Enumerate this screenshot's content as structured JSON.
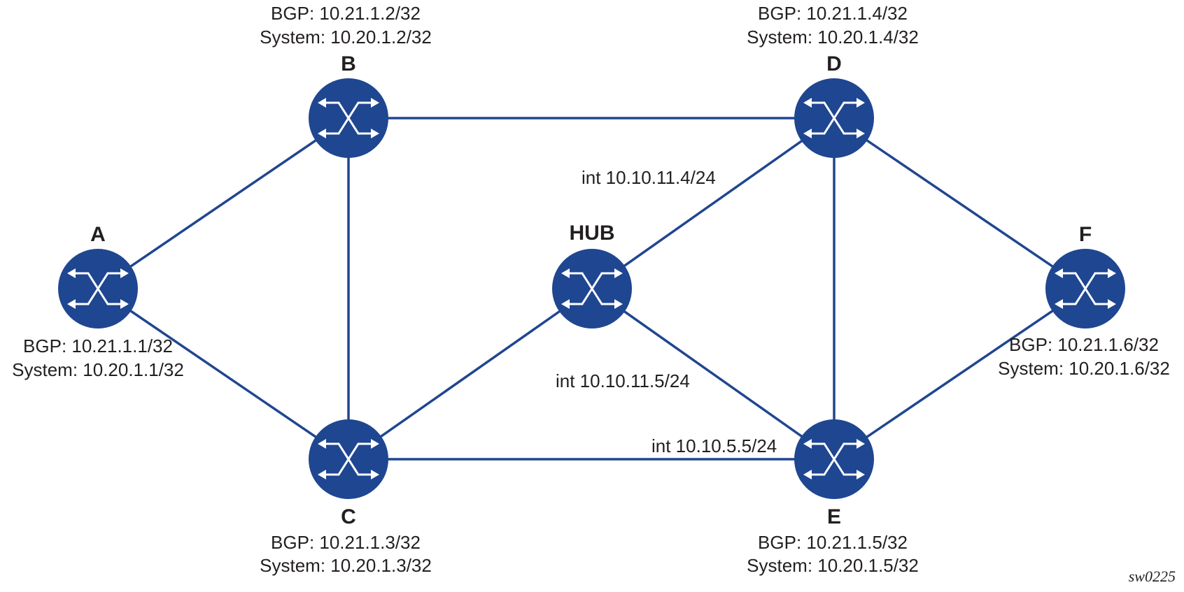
{
  "nodes": {
    "A": {
      "label": "A",
      "bgp": "BGP: 10.21.1.1/32",
      "system": "System: 10.20.1.1/32"
    },
    "B": {
      "label": "B",
      "bgp": "BGP: 10.21.1.2/32",
      "system": "System: 10.20.1.2/32"
    },
    "C": {
      "label": "C",
      "bgp": "BGP: 10.21.1.3/32",
      "system": "System: 10.20.1.3/32"
    },
    "D": {
      "label": "D",
      "bgp": "BGP: 10.21.1.4/32",
      "system": "System: 10.20.1.4/32"
    },
    "E": {
      "label": "E",
      "bgp": "BGP: 10.21.1.5/32",
      "system": "System: 10.20.1.5/32"
    },
    "F": {
      "label": "F",
      "bgp": "BGP: 10.21.1.6/32",
      "system": "System: 10.20.1.6/32"
    },
    "HUB": {
      "label": "HUB"
    }
  },
  "links": [
    [
      "A",
      "B"
    ],
    [
      "A",
      "C"
    ],
    [
      "B",
      "C"
    ],
    [
      "B",
      "D"
    ],
    [
      "C",
      "E"
    ],
    [
      "C",
      "HUB"
    ],
    [
      "HUB",
      "D"
    ],
    [
      "HUB",
      "E"
    ],
    [
      "D",
      "E"
    ],
    [
      "D",
      "F"
    ],
    [
      "E",
      "F"
    ]
  ],
  "interfaces": {
    "hub_d": "int 10.10.11.4/24",
    "hub_e": "int 10.10.11.5/24",
    "c_e": "int 10.10.5.5/24"
  },
  "credit": "sw0225",
  "colors": {
    "node": "#1f4690",
    "link": "#1f4690",
    "text": "#231f20"
  },
  "icon": "router-icon"
}
